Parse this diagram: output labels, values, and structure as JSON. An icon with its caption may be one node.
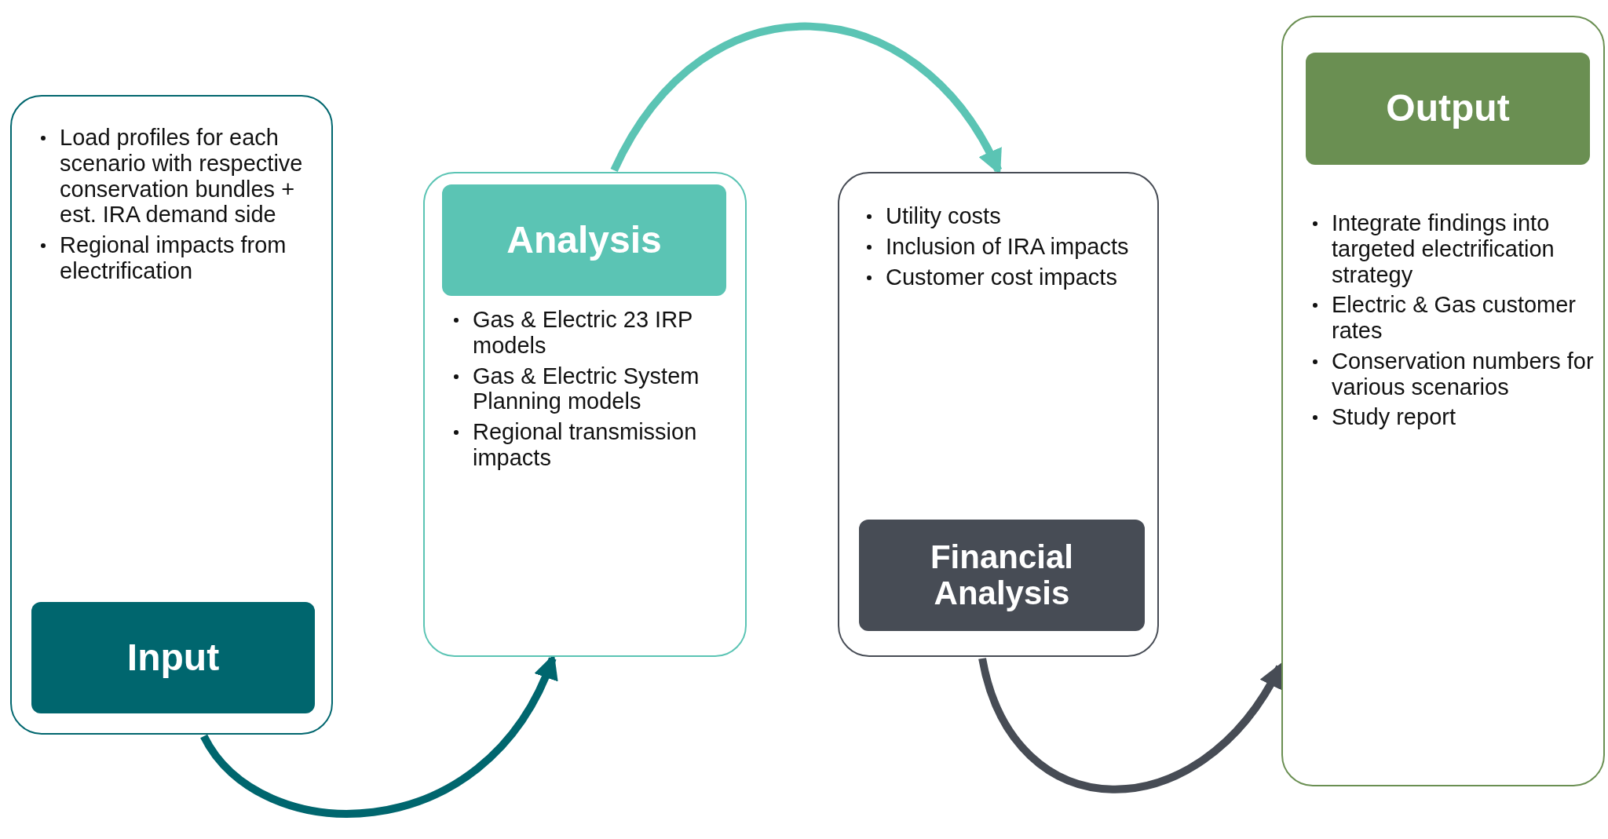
{
  "diagram": {
    "nodes": [
      {
        "text": [
          "Load profiles for each scenario with respective conservation bundles + est. IRA demand side",
          "Regional impacts from electrification"
        ]
      },
      {
        "text": [
          "Input"
        ],
        "in": 0
      },
      {
        "text": [
          "Gas & Electric 23 IRP models",
          "Gas & Electric System Planning models",
          "Regional transmission impacts"
        ]
      },
      {
        "text": [
          "Analysis"
        ],
        "in": 2
      },
      {
        "text": [
          "Utility costs",
          "Inclusion of IRA impacts",
          "Customer cost impacts"
        ]
      },
      {
        "text": [
          "Financial Analysis"
        ],
        "in": 4
      },
      {
        "text": [
          "Integrate findings into targeted electrification strategy",
          "Electric & Gas customer rates",
          "Conservation numbers for various scenarios",
          "Study report"
        ]
      },
      {
        "text": [
          "Output"
        ],
        "in": 6
      }
    ],
    "edges": [
      {
        "from": 0,
        "to": 2,
        "arrow": "to",
        "color": "#00666e"
      },
      {
        "from": 2,
        "to": 4,
        "arrow": "to",
        "color": "#5bc4b4"
      },
      {
        "from": 4,
        "to": 6,
        "arrow": "to",
        "color": "#474c55"
      }
    ]
  }
}
